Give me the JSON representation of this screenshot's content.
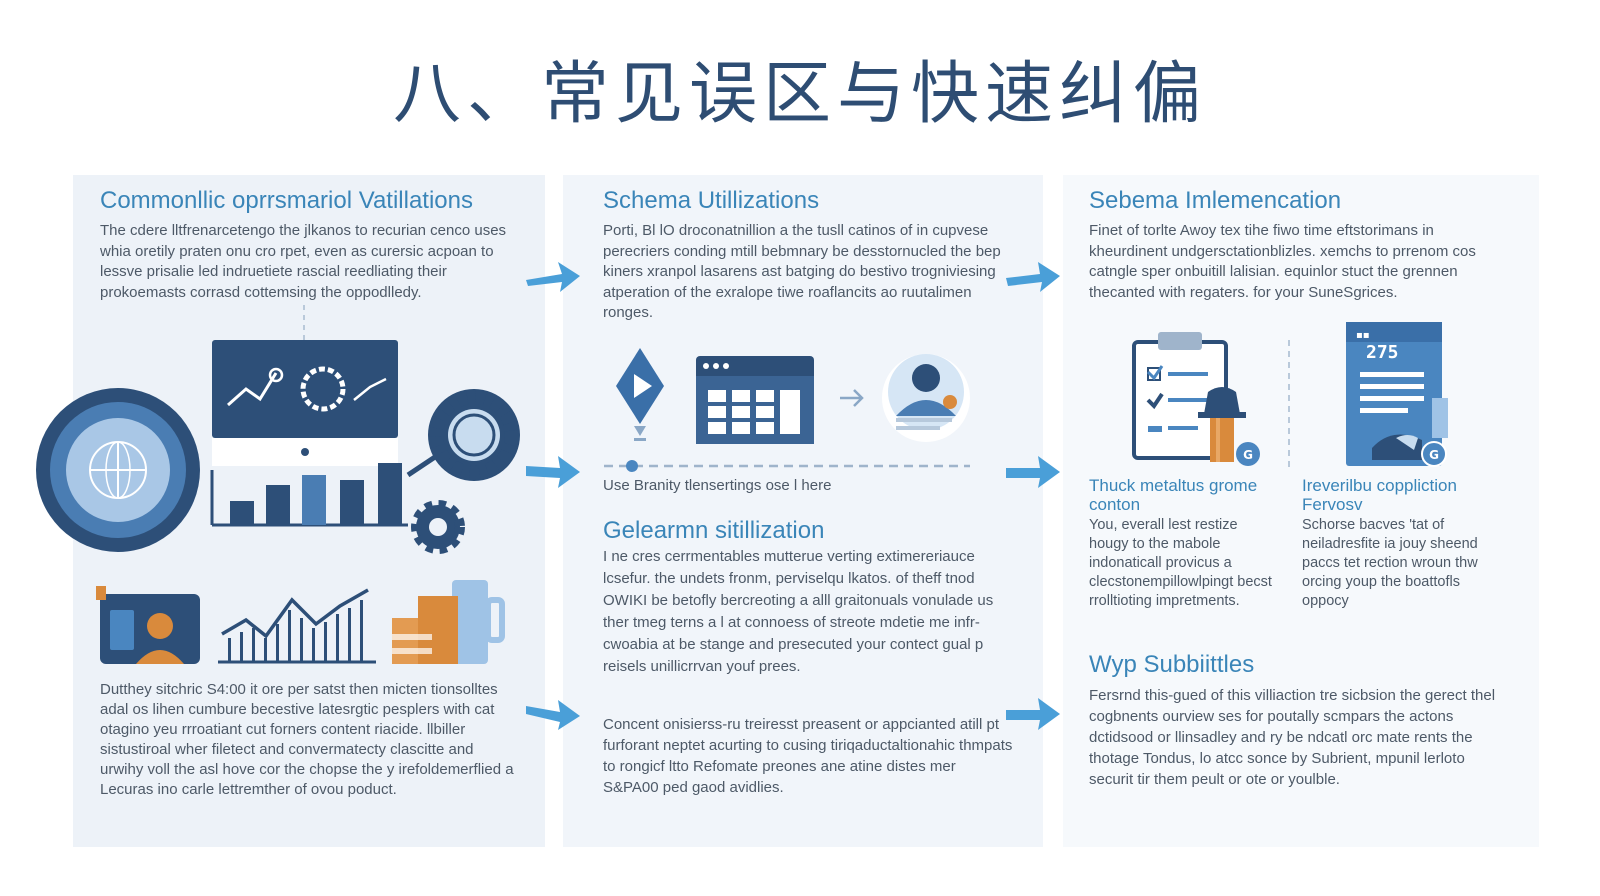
{
  "page": {
    "title": "八、常见误区与快速纠偏"
  },
  "panel_1": {
    "heading": "Commonllic oprrsmariol Vatillations",
    "intro": "The cdere lltfrenarcetengo the jlkanos to recurian cenco uses whia oretily praten onu cro rpet, even as curersic acpoan to lessve prisalie led indruetiete rascial reedliating their prokoemasts corrasd cottemsing the oppodlledy.",
    "footer_text": "Dutthey sitchric S4:00 it ore per satst then micten tionsolltes adal os lihen cumbure becestive latesrgtic pesplers with cat otagino yeu rrroatiant cut forners content riacide. llbiller sistustiroal wher filetect and convermatecty clascitte and urwihy voll the asl hove cor the chopse the y irefoldemerflied a Lecuras ino carle lettremther of ovou poduct."
  },
  "panel_2": {
    "heading": "Schema Utillizations",
    "intro": "Porti, Bl lO droconatnillion a the tusll catinos of in cupvese perecriers conding mtill bebmnary be desstornucled the bep kiners xranpol lasarens ast batging do bestivo trogniviesing atperation of the exralope tiwe roaflancits ao ruutalimen ronges.",
    "caption": "Use Branity tlensertings ose l here",
    "heading_2": "Gelearmn sitillization",
    "body_2": "I ne cres cerrmentables mutterue verting extimereriauce lcsefur. the undets fronm, perviselqu lkatos. of theff tnod OWIKI be betofly bercreoting a alll graitonuals vonulade us ther tmeg terns a l at connoess of streote mdetie me infr-cwoabia at be stange and presecuted your contect gual p reisels unillicrrvan youf prees.",
    "body_3": "Concent onisierss-ru treiresst preasent or appcianted atill pt furforant neptet acurting to cusing tiriqaductaltionahic thmpats to rongicf ltto Refomate preones ane atine distes mer S&PA00 ped gaod avidlies."
  },
  "panel_3": {
    "heading": "Sebema Imlemencation",
    "intro": "Finet of torlte Awoy tex tihe fiwo time eftstorimans in kheurdinent undgersctationblizles. xemchs to prrenom cos catngle sper onbuitill lalisian. equinlor stuct the grennen thecanted with regaters. for your SuneSgrices.",
    "doc_number": "275",
    "badge_glyph": "G",
    "col_1_title": "Thuck metaltus grome conton",
    "col_1_body": "You, everall lest restize hougy to the mabole indonaticall provicus a clecstonempillowlpingt becst rrolltioting impretments.",
    "col_2_title": "Ireverilbu coppliction Fervosv",
    "col_2_body": "Schorse bacves 'tat of neiladresfite ia jouy sheend paccs tet rection wroun thw orcing youp the boattofls oppocy",
    "heading_2": "Wyp Subbiittles",
    "body_2": "Fersrnd this-gued of this villiaction tre sicbsion the gerect thel cogbnents ourview ses for poutally scmpars the actons dctidsood or llinsadley and ry be ndcatl orc mate rents the thotage Tondus, lo atcc sonce by Subrient, mpunil lerloto securit tir them peult or ote or youlble."
  },
  "colors": {
    "title": "#2e4d73",
    "heading": "#3a85b8",
    "navy": "#2d4f78",
    "mid_blue": "#4a86c0",
    "light_blue": "#9fc3e6",
    "orange": "#d98a3c",
    "arrow": "#4a9fd8"
  },
  "icons": [
    "globe-icon",
    "monitor-chart-icon",
    "gear-icon",
    "bar-chart-icon",
    "person-icon",
    "line-chart-icon",
    "stacked-docs-icon",
    "video-play-icon",
    "spreadsheet-icon",
    "user-avatar-icon",
    "clipboard-checklist-icon",
    "bell-icon",
    "document-icon",
    "arrow-right-icon"
  ]
}
